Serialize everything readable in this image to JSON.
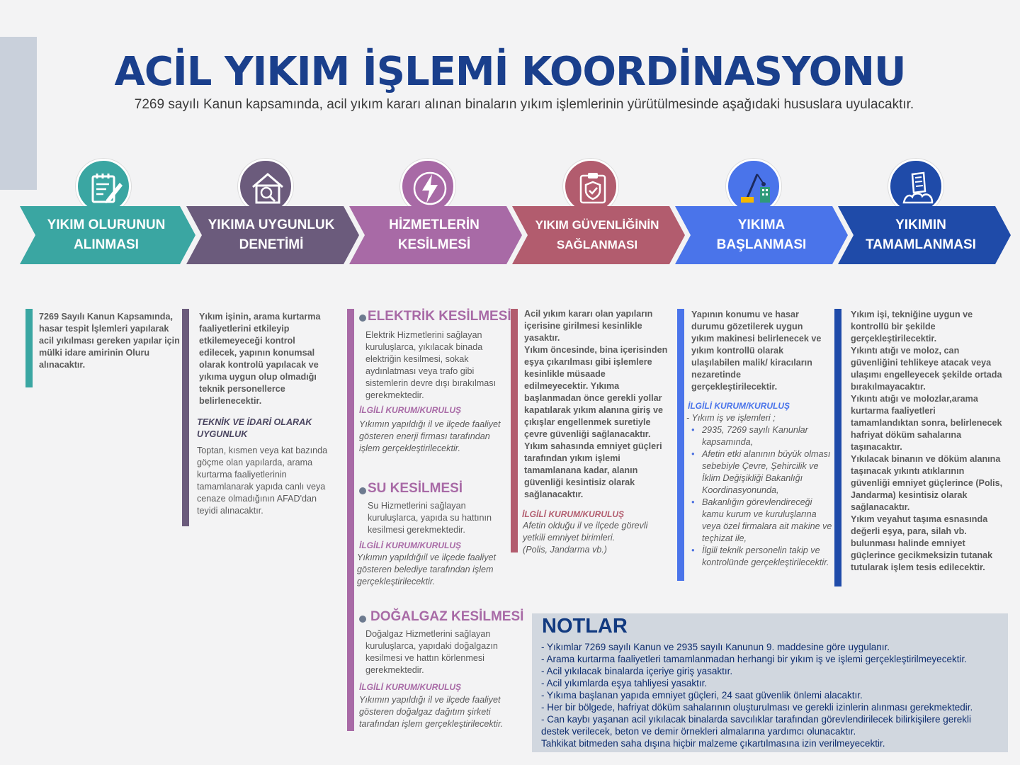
{
  "title": "ACİL YIKIM İŞLEMİ KOORDİNASYONU",
  "subtitle": "7269 sayılı Kanun kapsamında, acil yıkım kararı alınan binaların yıkım işlemlerinin yürütülmesinde aşağıdaki hususlara uyulacaktır.",
  "colors": {
    "step1": "#3aa6a2",
    "step2": "#6b5b7c",
    "step3": "#a86aa6",
    "step4": "#b25c6e",
    "step5": "#4a74ea",
    "step6": "#1f4ba9",
    "title": "#1a3f8c"
  },
  "steps": [
    {
      "label": "YIKIM OLURUNUN ALINMASI",
      "icon": "clipboard-pencil-icon"
    },
    {
      "label": "YIKIMA UYGUNLUK DENETİMİ",
      "icon": "house-magnifier-icon"
    },
    {
      "label": "HİZMETLERİN KESİLMESİ",
      "icon": "lightning-bolt-icon"
    },
    {
      "label": "YIKIM GÜVENLİĞİNİN SAĞLANMASI",
      "icon": "clipboard-shield-icon"
    },
    {
      "label": "YIKIMA BAŞLANMASI",
      "icon": "wrecking-crane-icon"
    },
    {
      "label": "YIKIMIN TAMAMLANMASI",
      "icon": "collapsing-building-icon"
    }
  ],
  "col1": {
    "text": "7269 Sayılı Kanun Kapsamında, hasar tespit İşlemleri yapılarak acil yıkılması gereken yapılar için mülki idare amirinin Oluru alınacaktır."
  },
  "col2": {
    "text": "Yıkım işinin, arama kurtarma faaliyetlerini etkileyip etkilemeyeceği kontrol edilecek, yapının konumsal olarak kontrolü yapılacak ve yıkıma uygun olup olmadığı teknik personellerce belirlenecektir.",
    "subheading": "TEKNİK VE İDARİ OLARAK UYGUNLUK",
    "subtext": "Toptan, kısmen veya kat bazında göçme olan yapılarda, arama kurtarma faaliyetlerinin tamamlanarak yapıda canlı veya cenaze olmadığının AFAD'dan teyidi alınacaktır."
  },
  "col3": {
    "electric": {
      "heading": "ELEKTRİK KESİLMESİ",
      "text": "Elektrik Hizmetlerini sağlayan kuruluşlarca, yıkılacak binada elektriğin kesilmesi, sokak aydınlatması veya trafo gibi sistemlerin devre dışı bırakılması gerekmektedir.",
      "kurum_label": "İLGİLİ KURUM/KURULUŞ",
      "kurum_text": "Yıkımın yapıldığı il ve ilçede faaliyet gösteren enerji firması tarafından işlem gerçekleştirilecektir."
    },
    "water": {
      "heading": "SU KESİLMESİ",
      "text": "Su Hizmetlerini sağlayan kuruluşlarca, yapıda su hattının kesilmesi gerekmektedir.",
      "kurum_label": "İLGİLİ KURUM/KURULUŞ",
      "kurum_text": "Yıkımın yapıldığıil ve ilçede faaliyet gösteren belediye tarafından işlem gerçekleştirilecektir."
    },
    "gas": {
      "heading": "DOĞALGAZ KESİLMESİ",
      "text": "Doğalgaz Hizmetlerini sağlayan kuruluşlarca, yapıdaki doğalgazın kesilmesi ve hattın körlenmesi gerekmektedir.",
      "kurum_label": "İLGİLİ KURUM/KURULUŞ",
      "kurum_text": "Yıkımın yapıldığı il ve ilçede faaliyet gösteren doğalgaz dağıtım şirketi tarafından işlem gerçekleştirilecektir."
    }
  },
  "col4": {
    "text": "Acil yıkım kararı olan yapıların içerisine girilmesi kesinlikle yasaktır.\nYıkım öncesinde, bina içerisinden eşya çıkarılması gibi işlemlere kesinlikle müsaade edilmeyecektir. Yıkıma başlanmadan önce gerekli yollar kapatılarak yıkım alanına giriş ve çıkışlar engellenmek suretiyle çevre güvenliği sağlanacaktır. Yıkım sahasında emniyet güçleri tarafından yıkım işlemi tamamlanana kadar, alanın güvenliği kesintisiz olarak sağlanacaktır.",
    "kurum_label": "İLGİLİ KURUM/KURULUŞ",
    "kurum_text": "Afetin olduğu il ve ilçede görevli yetkili emniyet birimleri.\n(Polis, Jandarma vb.)"
  },
  "col5": {
    "text": "Yapının konumu ve hasar durumu gözetilerek uygun yıkım makinesi belirlenecek ve yıkım kontrollü olarak ulaşılabilen malik/ kiracıların nezaretinde gerçekleştirilecektir.",
    "kurum_label": "İLGİLİ KURUM/KURULUŞ",
    "kurum_intro": "- Yıkım iş ve işlemleri ;",
    "bullets": [
      "2935, 7269 sayılı Kanunlar kapsamında,",
      "Afetin etki alanının büyük olması sebebiyle Çevre, Şehircilik ve İklim Değişikliği Bakanlığı Koordinasyonunda,",
      "Bakanlığın görevlendireceği kamu kurum ve kuruluşlarına veya özel firmalara ait makine ve teçhizat ile,",
      " İlgili teknik personelin takip ve kontrolünde gerçekleştirilecektir."
    ]
  },
  "col6": {
    "text": "Yıkım işi, tekniğine uygun ve kontrollü bir şekilde gerçekleştirilecektir.\nYıkıntı atığı ve moloz, can güvenliğini tehlikeye atacak veya ulaşımı engelleyecek şekilde ortada bırakılmayacaktır.\nYıkıntı atığı ve molozlar,arama kurtarma faaliyetleri tamamlandıktan sonra, belirlenecek hafriyat döküm sahalarına taşınacaktır.\nYıkılacak binanın ve döküm alanına taşınacak yıkıntı atıklarının güvenliği emniyet güçlerince (Polis, Jandarma) kesintisiz olarak sağlanacaktır.\nYıkım veyahut taşıma esnasında değerli eşya, para, silah vb. bulunması halinde emniyet güçlerince gecikmeksizin tutanak tutularak işlem tesis edilecektir."
  },
  "notes": {
    "title": "NOTLAR",
    "items": [
      "- Yıkımlar 7269 sayılı Kanun ve 2935 sayılı Kanunun 9. maddesine göre uygulanır.",
      "- Arama kurtarma faaliyetleri tamamlanmadan herhangi bir yıkım iş ve işlemi gerçekleştirilmeyecektir.",
      "- Acil yıkılacak binalarda içeriye giriş yasaktır.",
      "- Acil yıkımlarda eşya tahliyesi yasaktır.",
      "- Yıkıma başlanan yapıda emniyet güçleri, 24 saat güvenlik önlemi alacaktır.",
      "- Her bir bölgede, hafriyat döküm sahalarının oluşturulması ve gerekli izinlerin alınması gerekmektedir.",
      "- Can kaybı yaşanan acil yıkılacak binalarda savcılıklar tarafından görevlendirilecek bilirkişilere gerekli destek verilecek, beton ve demir örnekleri almalarına yardımcı olunacaktır.",
      "Tahkikat bitmeden saha dışına hiçbir malzeme çıkartılmasına izin verilmeyecektir."
    ]
  }
}
